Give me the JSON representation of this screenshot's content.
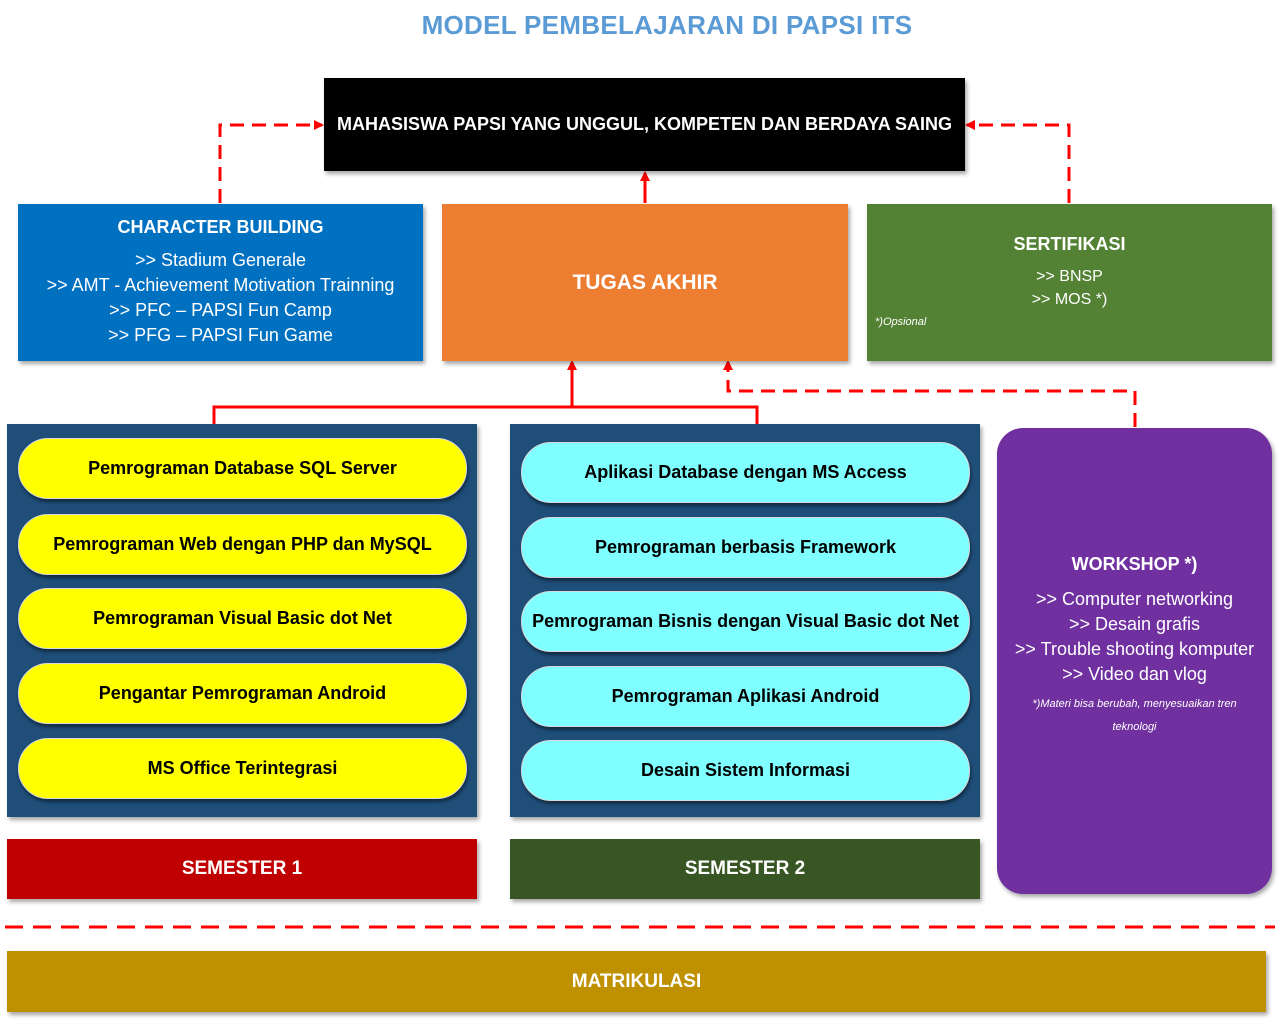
{
  "title": "MODEL PEMBELAJARAN DI PAPSI ITS",
  "goal": "MAHASISWA PAPSI YANG UNGGUL, KOMPETEN DAN BERDAYA SAING",
  "character_building": {
    "heading": "CHARACTER BUILDING",
    "items": [
      ">> Stadium Generale",
      ">> AMT - Achievement Motivation Trainning",
      ">> PFC – PAPSI Fun Camp",
      ">> PFG – PAPSI Fun Game"
    ],
    "color": "#0070c0"
  },
  "tugas_akhir": {
    "label": "TUGAS AKHIR",
    "color": "#ed7d31"
  },
  "sertifikasi": {
    "heading": "SERTIFIKASI",
    "items": [
      ">> BNSP",
      ">> MOS *)"
    ],
    "note": "*)Opsional",
    "color": "#548235"
  },
  "semester1": {
    "label": "SEMESTER 1",
    "courses": [
      "Pemrograman Database SQL Server",
      "Pemrograman Web dengan PHP dan MySQL",
      "Pemrograman Visual Basic dot Net",
      "Pengantar Pemrograman Android",
      "MS Office Terintegrasi"
    ],
    "color": "#c00000"
  },
  "semester2": {
    "label": "SEMESTER 2",
    "courses": [
      "Aplikasi Database dengan MS Access",
      "Pemrograman berbasis Framework",
      "Pemrograman Bisnis dengan Visual Basic dot Net",
      "Pemrograman Aplikasi Android",
      "Desain Sistem Informasi"
    ],
    "color": "#375623"
  },
  "workshop": {
    "heading": "WORKSHOP *)",
    "items": [
      ">> Computer networking",
      ">> Desain grafis",
      ">> Trouble shooting komputer",
      ">> Video dan vlog"
    ],
    "note": "*)Materi bisa berubah, menyesuaikan tren teknologi",
    "color": "#7030a0"
  },
  "matrikulasi": {
    "label": "MATRIKULASI",
    "color": "#bf9000"
  }
}
